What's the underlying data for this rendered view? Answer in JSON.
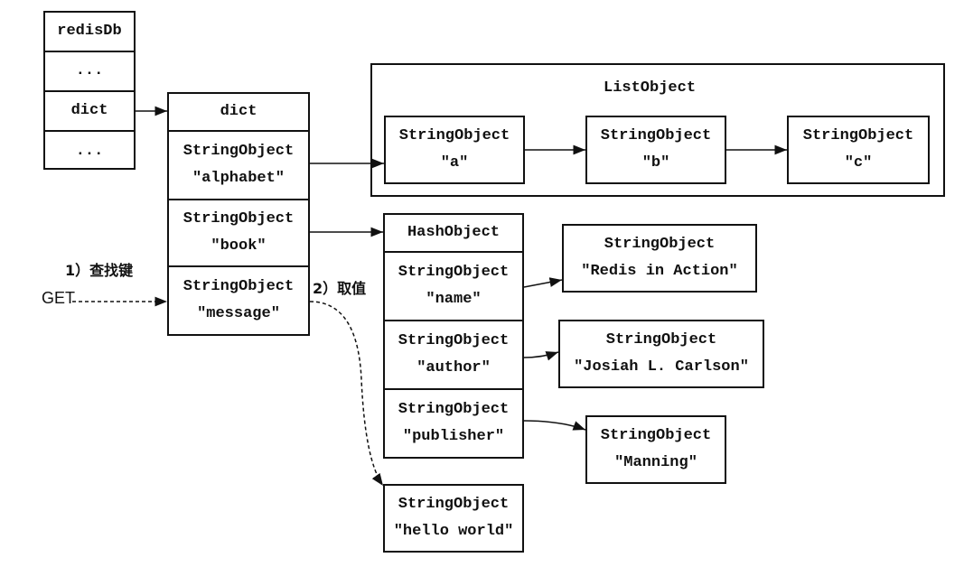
{
  "redisDb": {
    "cells": [
      "redisDb",
      "...",
      "dict",
      "..."
    ]
  },
  "dict": {
    "header": "dict",
    "entries": [
      {
        "type": "StringObject",
        "value": "\"alphabet\""
      },
      {
        "type": "StringObject",
        "value": "\"book\""
      },
      {
        "type": "StringObject",
        "value": "\"message\""
      }
    ]
  },
  "list_object": {
    "title": "ListObject",
    "items": [
      {
        "type": "StringObject",
        "value": "\"a\""
      },
      {
        "type": "StringObject",
        "value": "\"b\""
      },
      {
        "type": "StringObject",
        "value": "\"c\""
      }
    ]
  },
  "hash_object": {
    "header": "HashObject",
    "entries": [
      {
        "type": "StringObject",
        "value": "\"name\""
      },
      {
        "type": "StringObject",
        "value": "\"author\""
      },
      {
        "type": "StringObject",
        "value": "\"publisher\""
      }
    ]
  },
  "hash_values": [
    {
      "type": "StringObject",
      "value": "\"Redis in Action\""
    },
    {
      "type": "StringObject",
      "value": "\"Josiah L. Carlson\""
    },
    {
      "type": "StringObject",
      "value": "\"Manning\""
    }
  ],
  "message_value": {
    "type": "StringObject",
    "value": "\"hello world\""
  },
  "annotations": {
    "step1": "1）查找键",
    "step2": "2）取值",
    "command": "GET"
  }
}
